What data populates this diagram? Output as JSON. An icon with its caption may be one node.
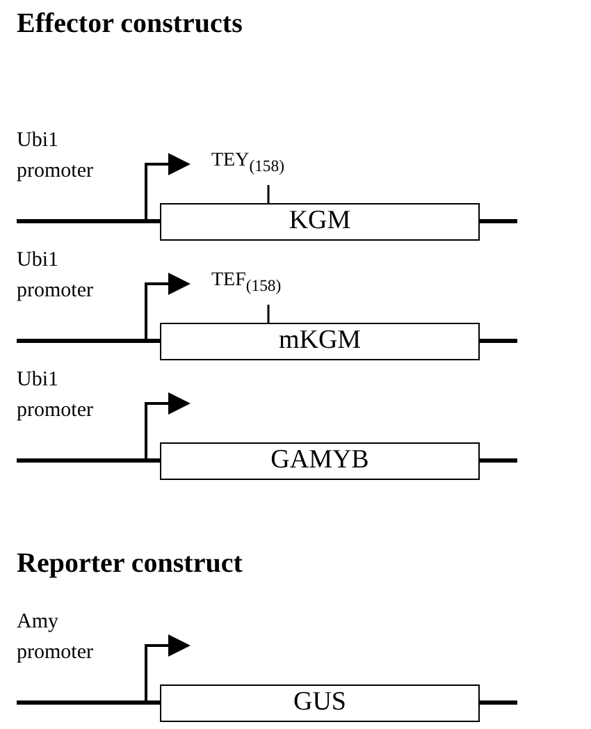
{
  "diagram": {
    "nodes": [
      {
        "text": [
          "KGM"
        ]
      },
      {
        "text": [
          "mKGM"
        ]
      },
      {
        "text": [
          "GAMYB"
        ]
      },
      {
        "text": [
          "GUS"
        ]
      }
    ],
    "edges": [],
    "labels": [
      "Effector constructs",
      "Ubi1 promoter",
      "TEY$_{(158)}$",
      "Ubi1 promoter",
      "TEF$_{(158)}$",
      "Ubi1 promoter",
      "Reporter construct",
      "Amy promoter"
    ]
  }
}
